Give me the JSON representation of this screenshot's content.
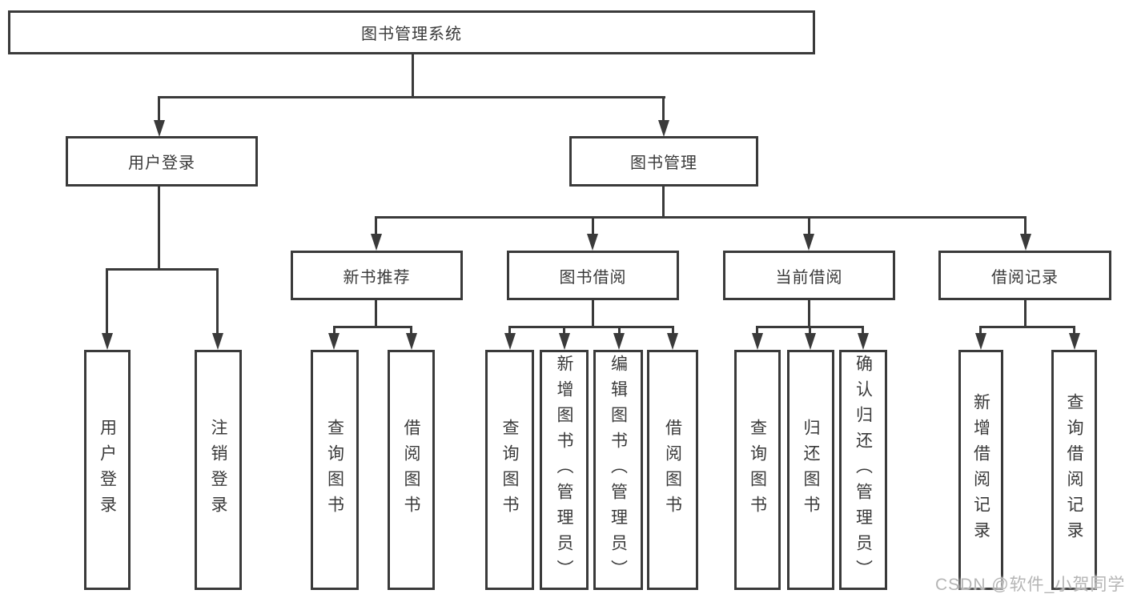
{
  "root": {
    "label": "图书管理系统"
  },
  "level2": [
    {
      "label": "用户登录"
    },
    {
      "label": "图书管理"
    }
  ],
  "level3": [
    {
      "label": "新书推荐",
      "parent": "图书管理"
    },
    {
      "label": "图书借阅",
      "parent": "图书管理"
    },
    {
      "label": "当前借阅",
      "parent": "图书管理"
    },
    {
      "label": "借阅记录",
      "parent": "图书管理"
    }
  ],
  "leaves": [
    {
      "label": "用户登录",
      "parent": "用户登录"
    },
    {
      "label": "注销登录",
      "parent": "用户登录"
    },
    {
      "label": "查询图书",
      "parent": "新书推荐"
    },
    {
      "label": "借阅图书",
      "parent": "新书推荐"
    },
    {
      "label": "查询图书",
      "parent": "图书借阅"
    },
    {
      "label": "新增图书（管理员）",
      "parent": "图书借阅"
    },
    {
      "label": "编辑图书（管理员）",
      "parent": "图书借阅"
    },
    {
      "label": "借阅图书",
      "parent": "图书借阅"
    },
    {
      "label": "查询图书",
      "parent": "当前借阅"
    },
    {
      "label": "归还图书",
      "parent": "当前借阅"
    },
    {
      "label": "确认归还（管理员）",
      "parent": "当前借阅"
    },
    {
      "label": "新增借阅记录",
      "parent": "借阅记录"
    },
    {
      "label": "查询借阅记录",
      "parent": "借阅记录"
    }
  ],
  "watermark": "CSDN @软件_小贺同学",
  "colors": {
    "ink": "#3a3a3a",
    "background": "#ffffff",
    "watermark": "#b5b5b5"
  }
}
